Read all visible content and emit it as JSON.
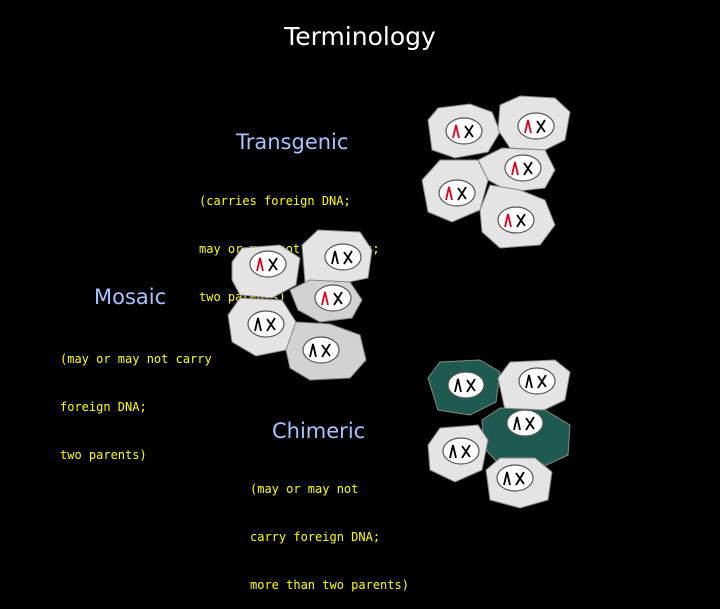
{
  "title": "Terminology",
  "colors": {
    "background": "#000000",
    "cell_fill": "#e4e4e4",
    "cell_fill_dark": "#d2d2d2",
    "chimeric_cell_fill": "#1f5a50",
    "label_color": "#a7c2ff",
    "desc_color": "#ffff00",
    "chromosome_red": "#e0001a",
    "chromosome_black": "#000000"
  },
  "sections": {
    "transgenic": {
      "label": "Transgenic",
      "description_lines": [
        "(carries foreign DNA;",
        "may or may not be mosaic;",
        "two parents)"
      ]
    },
    "mosaic": {
      "label": "Mosaic",
      "description_lines": [
        "(may or may not carry",
        "foreign DNA;",
        "two parents)"
      ]
    },
    "chimeric": {
      "label": "Chimeric",
      "description_lines": [
        "(may or may not",
        "carry foreign DNA;",
        "more than two parents)"
      ]
    }
  }
}
